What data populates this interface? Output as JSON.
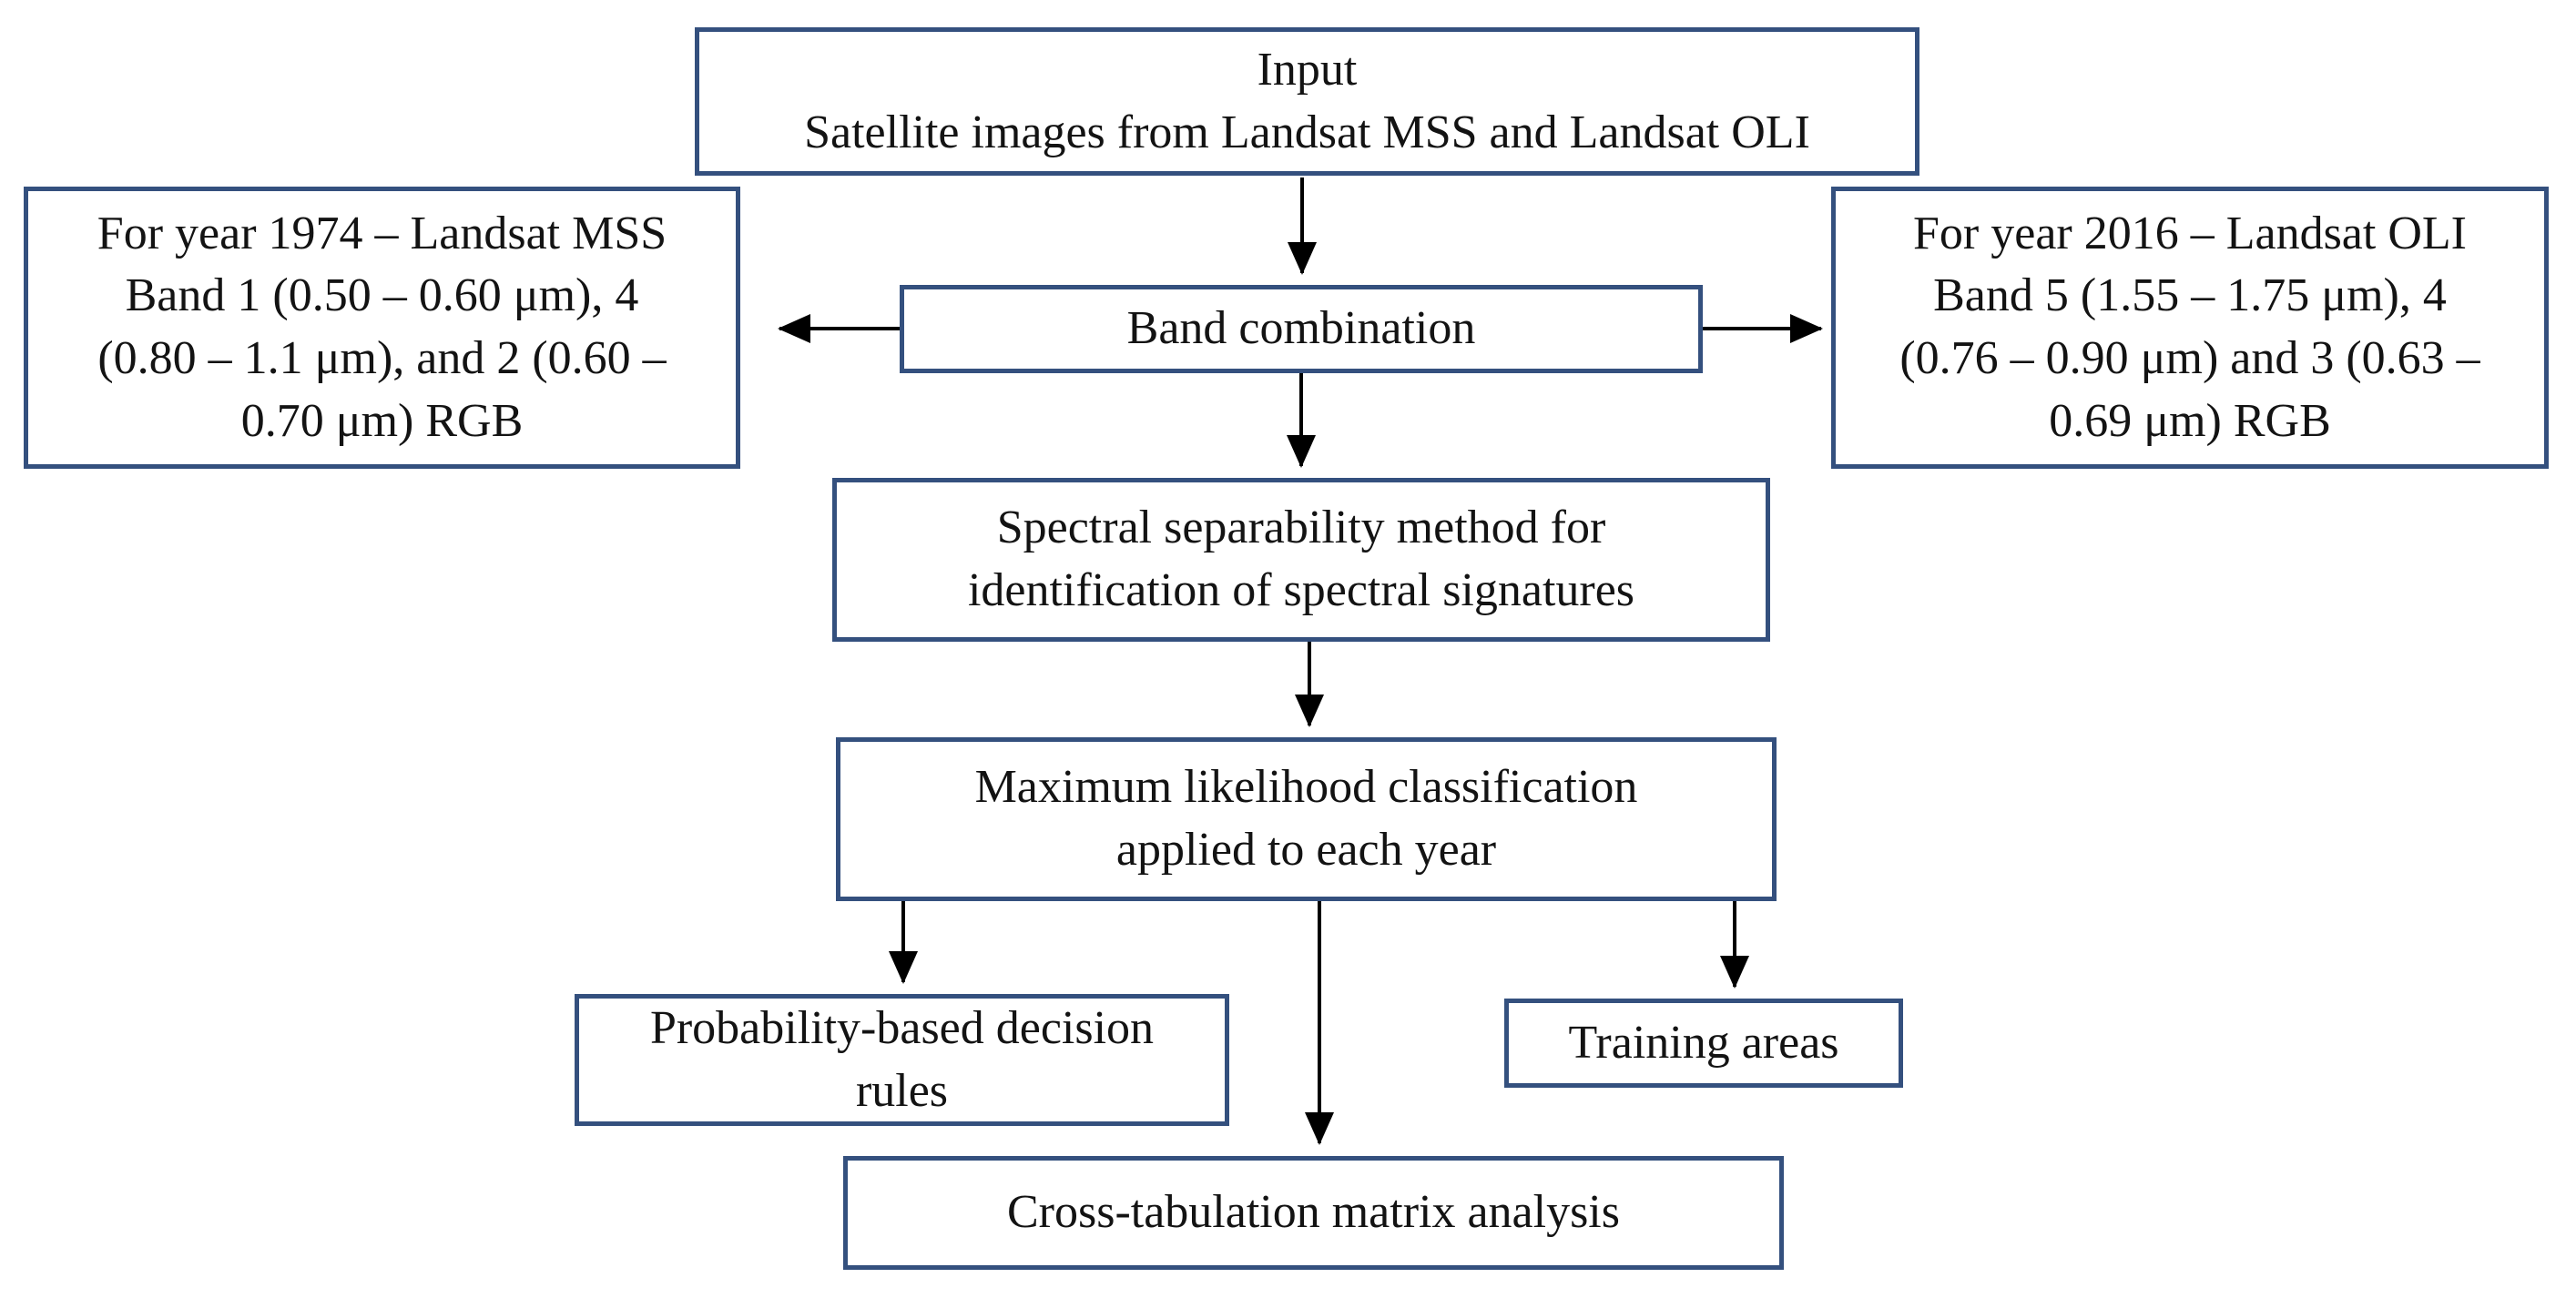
{
  "diagram": {
    "type": "flowchart",
    "description": "Methodology flowchart for Landsat MSS / OLI image classification",
    "colors": {
      "background": "#ffffff",
      "box_border": "#34507e",
      "box_fill": "#ffffff",
      "arrow": "#000000",
      "text": "#131313"
    },
    "nodes": {
      "input": {
        "text": "Input\nSatellite images from Landsat MSS and Landsat OLI"
      },
      "mss_1974": {
        "text": "For year 1974 – Landsat MSS\nBand 1 (0.50 – 0.60 μm), 4\n(0.80 – 1.1 μm), and 2 (0.60 –\n0.70 μm) RGB"
      },
      "band_combination": {
        "text": "Band combination"
      },
      "oli_2016": {
        "text": "For year 2016 – Landsat OLI\nBand 5 (1.55 – 1.75 μm), 4\n(0.76 – 0.90 μm) and 3 (0.63 –\n0.69 μm) RGB"
      },
      "spectral_separability": {
        "text": "Spectral separability method for\nidentification of spectral signatures"
      },
      "maximum_likelihood": {
        "text": "Maximum likelihood classification\napplied to each year"
      },
      "probability_rules": {
        "text": "Probability-based decision\nrules"
      },
      "training_areas": {
        "text": "Training areas"
      },
      "cross_tabulation": {
        "text": "Cross-tabulation matrix analysis"
      }
    },
    "edges": [
      {
        "from": "input",
        "to": "band_combination",
        "direction": "down"
      },
      {
        "from": "band_combination",
        "to": "mss_1974",
        "direction": "left"
      },
      {
        "from": "band_combination",
        "to": "oli_2016",
        "direction": "right"
      },
      {
        "from": "band_combination",
        "to": "spectral_separability",
        "direction": "down"
      },
      {
        "from": "spectral_separability",
        "to": "maximum_likelihood",
        "direction": "down"
      },
      {
        "from": "maximum_likelihood",
        "to": "probability_rules",
        "direction": "down"
      },
      {
        "from": "maximum_likelihood",
        "to": "cross_tabulation",
        "direction": "down"
      },
      {
        "from": "maximum_likelihood",
        "to": "training_areas",
        "direction": "down"
      }
    ]
  }
}
